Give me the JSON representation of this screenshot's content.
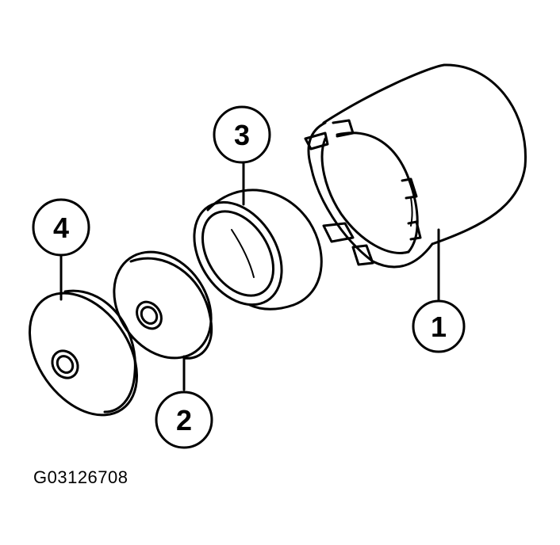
{
  "figure_code": "G03126708",
  "callouts": [
    {
      "id": "1",
      "label": "1"
    },
    {
      "id": "2",
      "label": "2"
    },
    {
      "id": "3",
      "label": "3"
    },
    {
      "id": "4",
      "label": "4"
    }
  ],
  "colors": {
    "line": "#000000",
    "background": "#ffffff"
  }
}
